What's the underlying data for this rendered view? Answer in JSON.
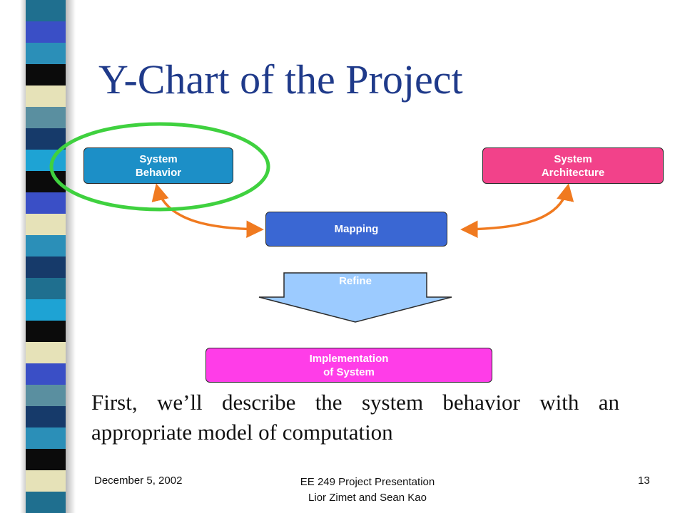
{
  "colors": {
    "title": "#1f3a8a",
    "behavior_box": "#1c8fc7",
    "architecture_box": "#f2428a",
    "mapping_box": "#3a67d3",
    "implementation_box": "#ff3de8",
    "refine_arrow": "#9ccbff",
    "connector_arrows": "#f07a20",
    "highlight_ellipse": "#3fd13f",
    "sidebar_stripes": [
      "#3a4fc6",
      "#1f6f8f",
      "#e6e2b8",
      "#0b0b0b",
      "#2b8fb8",
      "#5a8fa0",
      "#163a6a",
      "#1ea3d4"
    ]
  },
  "slide": {
    "title": "Y-Chart of the Project"
  },
  "diagram": {
    "system_behavior": {
      "line1": "System",
      "line2": "Behavior"
    },
    "system_architecture": {
      "line1": "System",
      "line2": "Architecture"
    },
    "mapping": "Mapping",
    "refine": "Refine",
    "implementation": {
      "line1": "Implementation",
      "line2": "of System"
    },
    "highlight": "green-ellipse",
    "icons": [
      "refine-arrow-icon",
      "double-arrow-icon",
      "highlight-ellipse-icon"
    ]
  },
  "body": {
    "line1": "First, we’ll describe the system behavior with an",
    "line2": "appropriate model of computation"
  },
  "footer": {
    "date": "December 5, 2002",
    "center_line1": "EE 249 Project Presentation",
    "center_line2": "Lior Zimet and Sean Kao",
    "page_number": "13"
  }
}
